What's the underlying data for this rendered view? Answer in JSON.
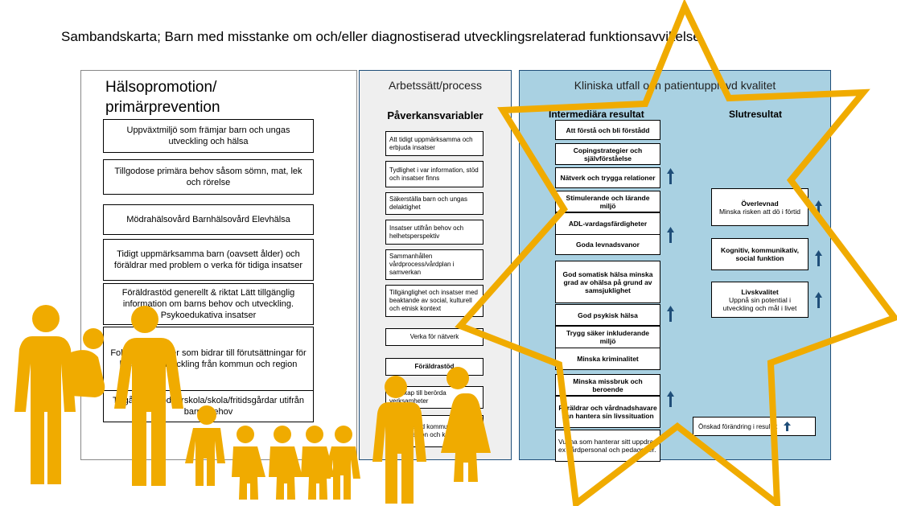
{
  "title": "Sambandskarta; Barn med misstanke om och/eller diagnostiserad utvecklingsrelaterad funktionsavvikelse",
  "panel1": {
    "title_line1": "Hälsopromotion/",
    "title_line2": "primärprevention",
    "boxes": [
      "Uppväxtmiljö som främjar barn och ungas utveckling och hälsa",
      "Tillgodose primära behov såsom sömn, mat, lek och rörelse",
      "Mödrahälsovård Barnhälsovård Elevhälsa",
      "Tidigt uppmärksamma barn (oavsett ålder) och föräldrar med problem o verka för tidiga insatser",
      "Föräldrastöd generellt & riktat Lätt tillgänglig information om barns behov och utveckling. Psykoedukativa insatser",
      "Folkhälsoinsatser som bidrar till förutsättningar för hälsa och utveckling från kommun och region",
      "Tillgång till god förskola/skola/fritidsgårdar utifrån barns behov"
    ]
  },
  "panel2": {
    "title": "Arbetssätt/process",
    "subtitle": "Påverkansvariabler",
    "boxes": [
      "Att tidigt uppmärksamma och erbjuda insatser",
      "Tydlighet i var information, stöd och insatser finns",
      "Säkerställa barn och ungas delaktighet",
      "Insatser utifrån behov och helhetsperspektiv",
      "Sammanhållen vårdprocess/vårdplan i samverkan",
      "Tillgänglighet och insatser med beaktande av social, kulturell och etnisk kontext",
      "Verka för nätverk",
      "Föräldrastöd",
      "Kunskap till berörda verksamheter",
      "Strukturerad kommunikation mellan region och kommun"
    ]
  },
  "panel3": {
    "title": "Kliniska utfall och patientupplevd kvalitet",
    "col1_title": "Intermediära resultat",
    "col2_title": "Slutresultat",
    "intermediate": [
      "Att förstå och bli förstådd",
      "Copingstrategier och självförståelse",
      "Nätverk och trygga relationer",
      "Stimulerande och lärande miljö",
      "ADL-vardagsfärdigheter",
      "Goda levnadsvanor",
      "God somatisk hälsa minska grad av ohälsa på grund av samsjuklighet",
      "God psykisk hälsa",
      "Trygg säker inkluderande miljö",
      "Minska kriminalitet",
      "Minska missbruk och beroende",
      "Föräldrar och vårdnadshavare kan hantera sin livssituation",
      "Vuxna som hanterar sitt uppdrag ex vårdpersonal och pedagoger."
    ],
    "final": [
      {
        "head": "Överlevnad",
        "text": "Minska risken att dö i förtid"
      },
      {
        "head": "Kognitiv, kommunikativ, social funktion",
        "text": ""
      },
      {
        "head": "Livskvalitet",
        "text": "Uppnå sin potential i utveckling och mål i livet"
      }
    ],
    "legend": "Önskad förändring i resultat"
  },
  "colors": {
    "accent_orange": "#f0ab00",
    "arrow_blue": "#1f4e79",
    "panel3_bg": "#a9d1e2"
  }
}
